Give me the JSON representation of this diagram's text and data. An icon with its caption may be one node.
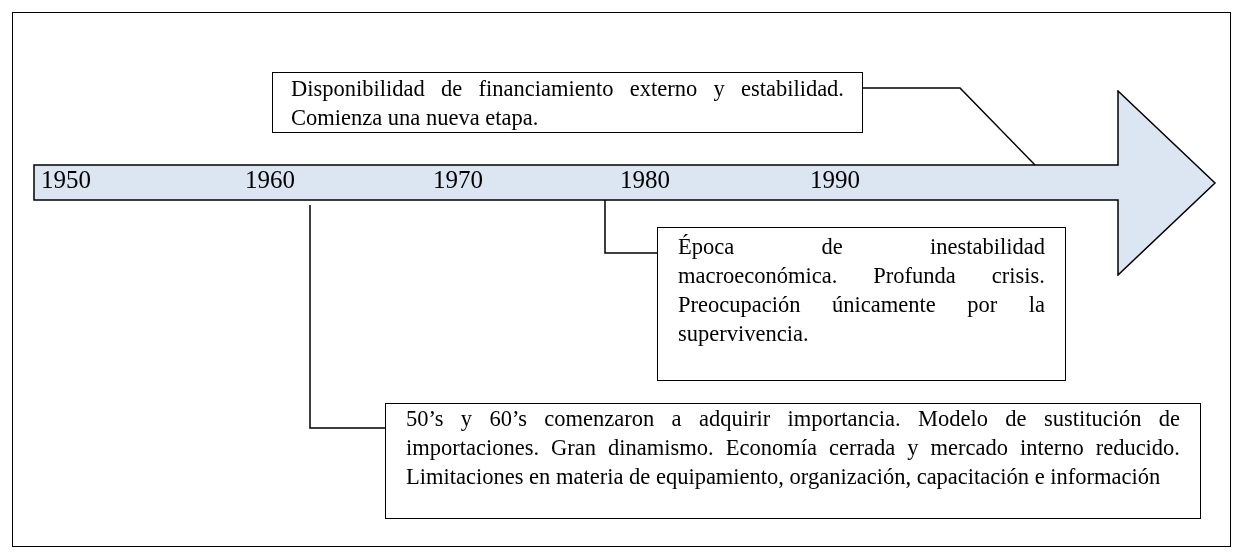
{
  "diagram": {
    "nodes": [
      {
        "text": [
          "1950",
          "1960",
          "1970",
          "1980",
          "1990"
        ]
      },
      {
        "text": [
          "Disponibilidad de financiamiento externo y estabilidad. Comienza una nueva etapa."
        ]
      },
      {
        "text": [
          "Época de inestabilidad macroeconómica. Profunda crisis. Preocupación únicamente por la supervivencia."
        ]
      },
      {
        "text": [
          "50’s y 60’s comenzaron a adquirir importancia. Modelo de sustitución de importaciones. Gran dinamismo. Economía cerrada y mercado interno reducido. Limitaciones en materia de equipamiento, organización, capacitación e información"
        ]
      }
    ],
    "edges": [
      {
        "from": 1,
        "to": 0,
        "arrow": "none"
      },
      {
        "from": 2,
        "to": 0,
        "arrow": "none"
      },
      {
        "from": 3,
        "to": 0,
        "arrow": "none"
      }
    ]
  }
}
